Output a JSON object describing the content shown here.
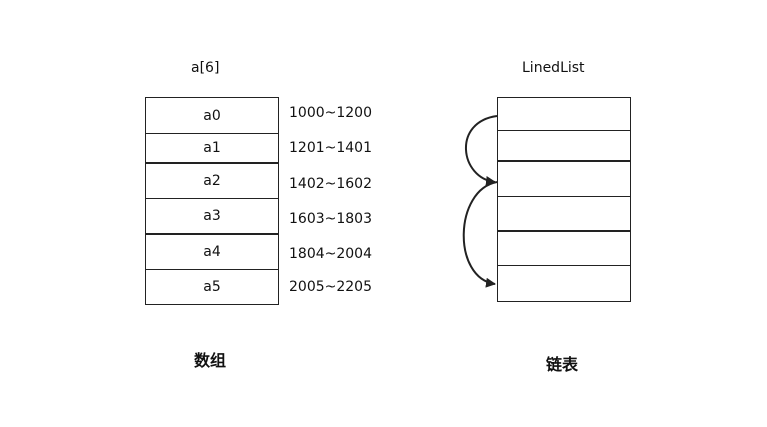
{
  "array": {
    "title": "a[6]",
    "cells": [
      "a0",
      "a1",
      "a2",
      "a3",
      "a4",
      "a5"
    ],
    "addresses": [
      "1000~1200",
      "1201~1401",
      "1402~1602",
      "1603~1803",
      "1804~2004",
      "2005~2205"
    ],
    "caption": "数组"
  },
  "list": {
    "title": "LinedList",
    "node_count": 6,
    "caption": "链表",
    "links": [
      {
        "from_node": 0,
        "to_node": 2
      },
      {
        "from_node": 2,
        "to_node": 5
      }
    ]
  },
  "colors": {
    "stroke": "#222222",
    "text": "#111111",
    "background": "#ffffff"
  }
}
